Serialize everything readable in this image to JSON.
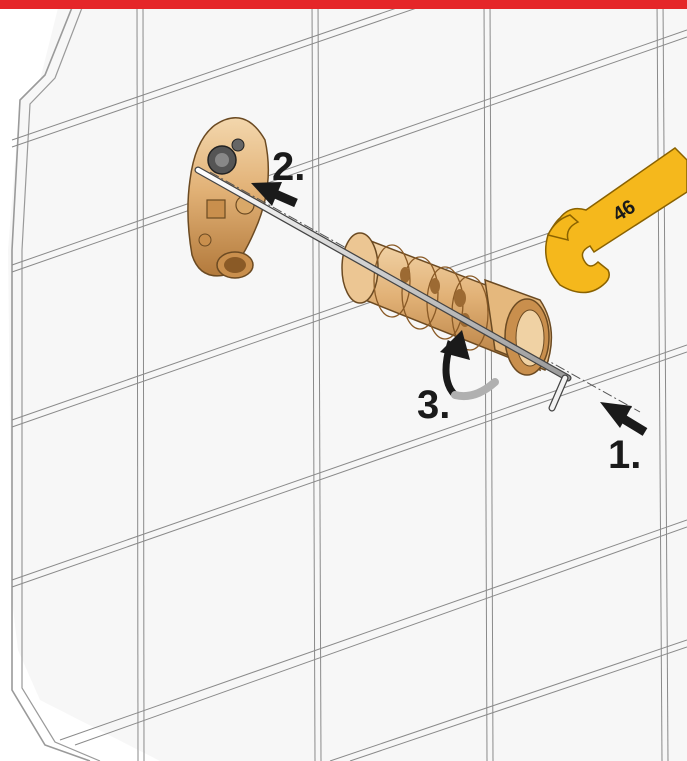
{
  "header_bar": {
    "color": "#e52629"
  },
  "steps": [
    {
      "id": "step-1",
      "label": "1.",
      "arrow": "push-right-to-left"
    },
    {
      "id": "step-2",
      "label": "2.",
      "arrow": "push-right-to-left"
    },
    {
      "id": "step-3",
      "label": "3.",
      "arrow": "rotate"
    }
  ],
  "wrench": {
    "size_label": "46",
    "color": "#f5b81c"
  },
  "colors": {
    "brass": "#e2b277",
    "brass_dark": "#b37a3c",
    "brass_light": "#f0d2a4",
    "tile_line": "#888888",
    "wall": "#f4f4f4",
    "arrow": "#1a1a1a"
  },
  "icons": [
    "hex-key-icon",
    "valve-body-icon",
    "cartridge-icon",
    "wrench-icon",
    "arrow-icon",
    "rotate-arrow-icon"
  ]
}
